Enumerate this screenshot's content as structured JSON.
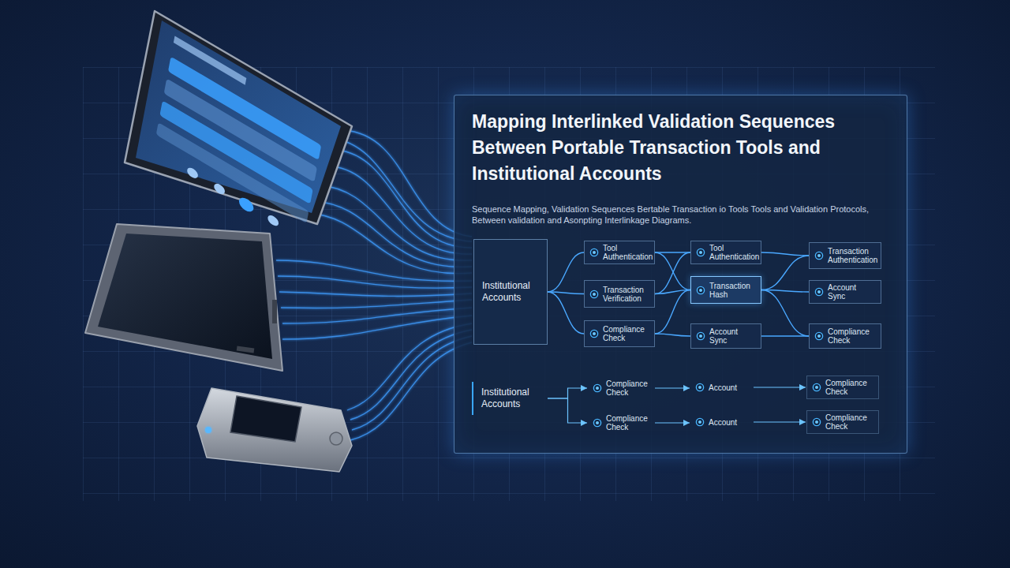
{
  "diagram": {
    "title": "Mapping Interlinked Validation Sequences Between Portable Transaction Tools and Institutional Accounts",
    "caption": "Sequence Mapping, Validation Sequences Bertable Transaction io Tools Tools and Validation Protocols, Between validation and Asonpting Interlinkage Diagrams.",
    "nodes": [
      {
        "text": [
          "Institutional Accounts"
        ]
      },
      {
        "text": [
          "Tool Authentication"
        ]
      },
      {
        "text": [
          "Transaction Verification"
        ]
      },
      {
        "text": [
          "Compliance Check"
        ]
      },
      {
        "text": [
          "Tool Authentication"
        ]
      },
      {
        "text": [
          "Transaction Hash"
        ]
      },
      {
        "text": [
          "Account Sync"
        ]
      },
      {
        "text": [
          "Transaction Authentication"
        ]
      },
      {
        "text": [
          "Account Sync"
        ]
      },
      {
        "text": [
          "Compliance Check"
        ]
      },
      {
        "text": [
          "Institutional Accounts"
        ]
      },
      {
        "text": [
          "Compliance Check"
        ]
      },
      {
        "text": [
          "Compliance Check"
        ]
      },
      {
        "text": [
          "Account"
        ]
      },
      {
        "text": [
          "Account"
        ]
      },
      {
        "text": [
          "Compliance Check"
        ]
      },
      {
        "text": [
          "Compliance Check"
        ]
      }
    ],
    "edges": [
      {
        "from": 0,
        "to": 1,
        "arrow": "none"
      },
      {
        "from": 0,
        "to": 2,
        "arrow": "none"
      },
      {
        "from": 0,
        "to": 3,
        "arrow": "none"
      },
      {
        "from": 1,
        "to": 4,
        "arrow": "none"
      },
      {
        "from": 1,
        "to": 5,
        "arrow": "none"
      },
      {
        "from": 2,
        "to": 4,
        "arrow": "none"
      },
      {
        "from": 2,
        "to": 5,
        "arrow": "none"
      },
      {
        "from": 3,
        "to": 5,
        "arrow": "none"
      },
      {
        "from": 3,
        "to": 6,
        "arrow": "none"
      },
      {
        "from": 4,
        "to": 7,
        "arrow": "none"
      },
      {
        "from": 5,
        "to": 7,
        "arrow": "none"
      },
      {
        "from": 5,
        "to": 8,
        "arrow": "none"
      },
      {
        "from": 5,
        "to": 9,
        "arrow": "none"
      },
      {
        "from": 6,
        "to": 9,
        "arrow": "none"
      },
      {
        "from": 10,
        "to": 11,
        "arrow": "to"
      },
      {
        "from": 10,
        "to": 12,
        "arrow": "to"
      },
      {
        "from": 11,
        "to": 13,
        "arrow": "to"
      },
      {
        "from": 12,
        "to": 14,
        "arrow": "to"
      },
      {
        "from": 13,
        "to": 15,
        "arrow": "to"
      },
      {
        "from": 14,
        "to": 16,
        "arrow": "to"
      }
    ]
  }
}
